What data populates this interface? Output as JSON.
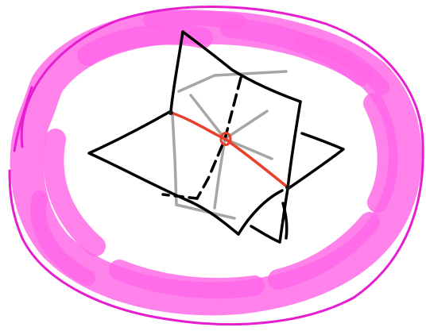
{
  "diagram": {
    "description_free": true,
    "palette": {
      "background": "#ffffff",
      "outer_outline": "#e61ecf",
      "pink_haze": "#ff66e6",
      "sheet_edges": "#000000",
      "hidden_lines": "#a6a6a6",
      "intersection_curve": "#e8402a"
    },
    "elements": [
      "outer-boundary-loop",
      "pink-haze-ring",
      "horizontal-sheet",
      "vertical-sheet",
      "hidden-gray-lines",
      "dashed-axis",
      "red-intersection-curve",
      "center-point"
    ]
  }
}
